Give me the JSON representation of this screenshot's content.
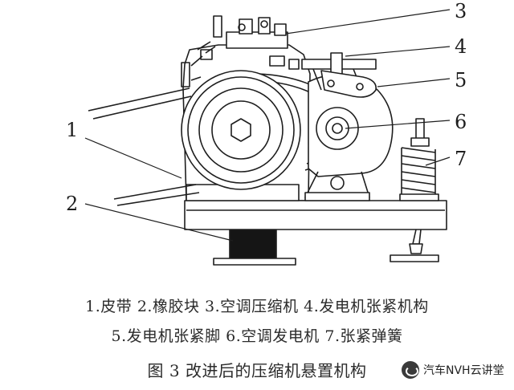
{
  "figure": {
    "callouts": [
      "1",
      "2",
      "3",
      "4",
      "5",
      "6",
      "7"
    ],
    "caption_line1": "1.皮带  2.橡胶块  3.空调压缩机  4.发电机张紧机构",
    "caption_line2": "5.发电机张紧脚  6.空调发电机  7.张紧弹簧",
    "caption_title": "图 3  改进后的压缩机悬置机构"
  },
  "watermark": {
    "icon": "wechat-bubble-icon",
    "text": "汽车NVH云讲堂"
  },
  "colors": {
    "line": "#1e1e1e",
    "rubber_block": "#151515",
    "caption": "#2b2b2b"
  }
}
